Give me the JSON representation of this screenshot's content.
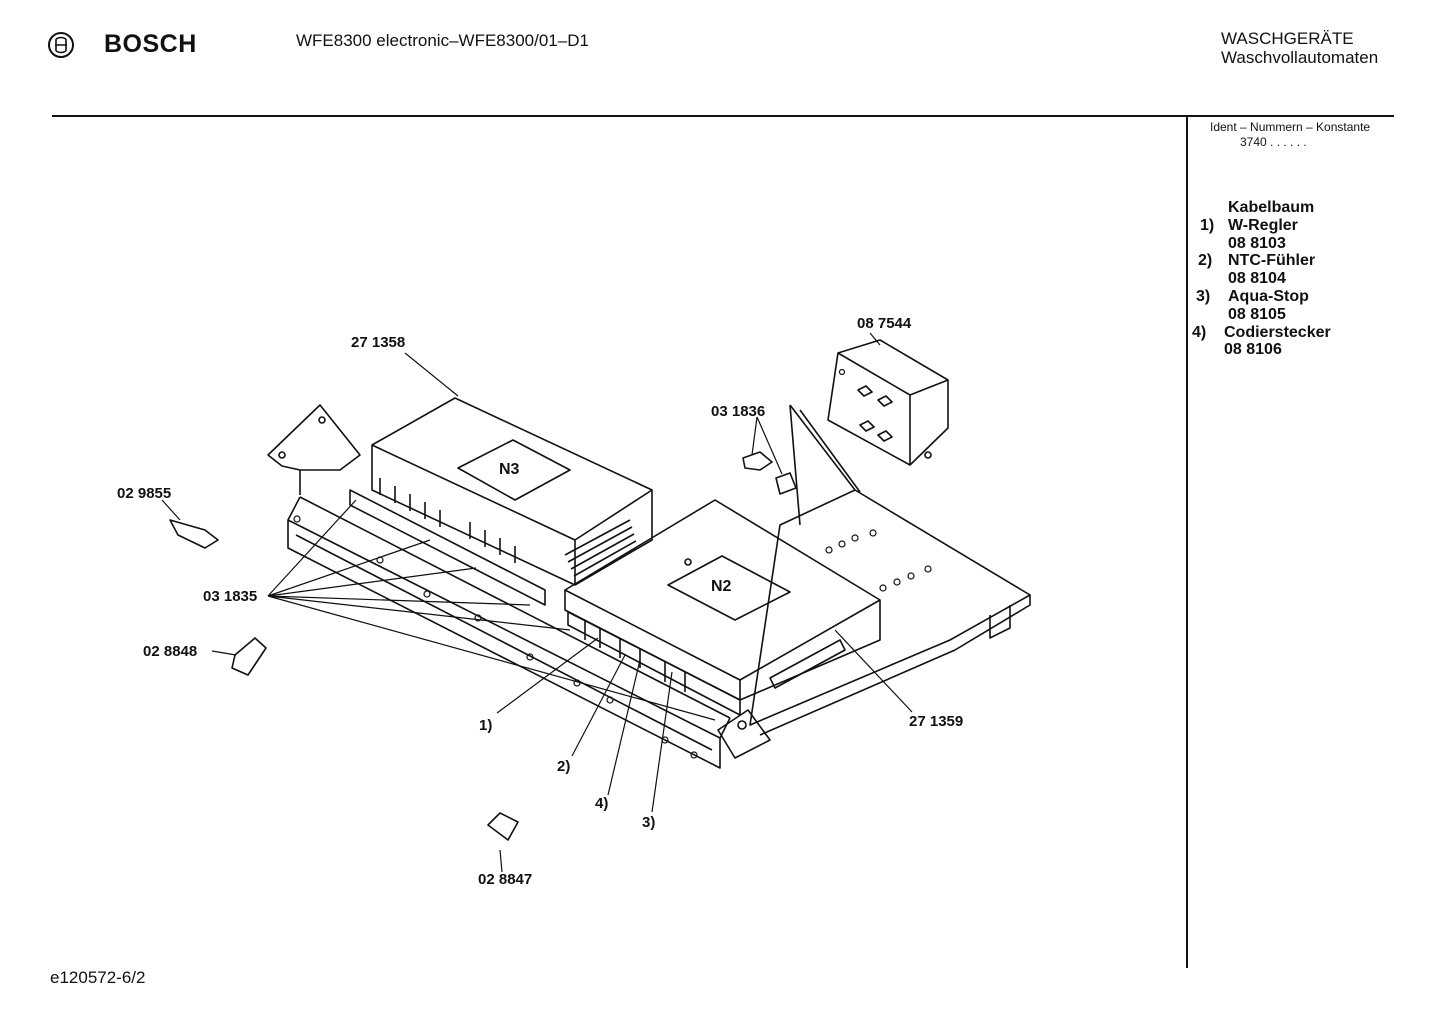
{
  "header": {
    "brand": "BOSCH",
    "title": "WFE8300 electronic–WFE8300/01–D1",
    "category": "WASCHGERÄTE",
    "subcategory": "Waschvollautomaten"
  },
  "ident": {
    "label": "Ident – Nummern – Konstante",
    "value": "3740 . . . . . ."
  },
  "legend": {
    "title": "Kabelbaum",
    "items": [
      {
        "num": "1)",
        "name": "W-Regler",
        "part": "08 8103"
      },
      {
        "num": "2)",
        "name": "NTC-Fühler",
        "part": "08 8104"
      },
      {
        "num": "3)",
        "name": "Aqua-Stop",
        "part": "08 8105"
      },
      {
        "num": "4)",
        "name": "Codierstecker",
        "part": "08 8106"
      }
    ]
  },
  "diagram": {
    "module_n3": "N3",
    "module_n2": "N2",
    "callouts": {
      "p271358": "27 1358",
      "p087544": "08 7544",
      "p031836": "03 1836",
      "p029855": "02 9855",
      "p031835": "03 1835",
      "p028848": "02 8848",
      "p271359": "27 1359",
      "p028847": "02 8847",
      "c1": "1)",
      "c2": "2)",
      "c3": "3)",
      "c4": "4)"
    }
  },
  "footer": {
    "code": "e120572-6/2"
  },
  "icons": [
    "bosch-logo-icon"
  ]
}
